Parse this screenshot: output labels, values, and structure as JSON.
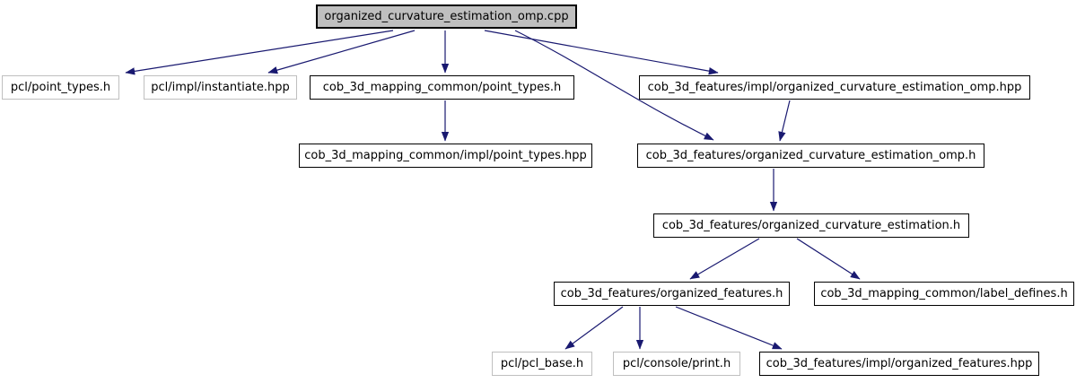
{
  "diagram": {
    "type": "include-dependency-graph",
    "root_id": "root",
    "colors": {
      "edge": "#191970",
      "root_fill": "#bfbfbf",
      "internal_border": "#000000",
      "external_border": "#bfbfbf",
      "node_fill": "#ffffff",
      "text": "#000000"
    },
    "edges": [
      {
        "from": "root",
        "to": "pcl_point_types"
      },
      {
        "from": "root",
        "to": "pcl_impl_instantiate"
      },
      {
        "from": "root",
        "to": "cob_mapping_point_types"
      },
      {
        "from": "root",
        "to": "cob_features_impl_oce_omp"
      },
      {
        "from": "root",
        "to": "cob_features_oce_omp"
      },
      {
        "from": "cob_mapping_point_types",
        "to": "cob_mapping_impl_point_types"
      },
      {
        "from": "cob_features_impl_oce_omp",
        "to": "cob_features_oce_omp"
      },
      {
        "from": "cob_features_oce_omp",
        "to": "cob_features_oce"
      },
      {
        "from": "cob_features_oce",
        "to": "cob_features_organized_features"
      },
      {
        "from": "cob_features_oce",
        "to": "cob_mapping_label_defines"
      },
      {
        "from": "cob_features_organized_features",
        "to": "pcl_pcl_base"
      },
      {
        "from": "cob_features_organized_features",
        "to": "pcl_console_print"
      },
      {
        "from": "cob_features_organized_features",
        "to": "cob_features_impl_organized_features"
      }
    ]
  },
  "nodes": {
    "root": "organized_curvature_estimation_omp.cpp",
    "pcl_point_types": "pcl/point_types.h",
    "pcl_impl_instantiate": "pcl/impl/instantiate.hpp",
    "cob_mapping_point_types": "cob_3d_mapping_common/point_types.h",
    "cob_features_impl_oce_omp": "cob_3d_features/impl/organized_curvature_estimation_omp.hpp",
    "cob_mapping_impl_point_types": "cob_3d_mapping_common/impl/point_types.hpp",
    "cob_features_oce_omp": "cob_3d_features/organized_curvature_estimation_omp.h",
    "cob_features_oce": "cob_3d_features/organized_curvature_estimation.h",
    "cob_features_organized_features": "cob_3d_features/organized_features.h",
    "cob_mapping_label_defines": "cob_3d_mapping_common/label_defines.h",
    "pcl_pcl_base": "pcl/pcl_base.h",
    "pcl_console_print": "pcl/console/print.h",
    "cob_features_impl_organized_features": "cob_3d_features/impl/organized_features.hpp"
  }
}
